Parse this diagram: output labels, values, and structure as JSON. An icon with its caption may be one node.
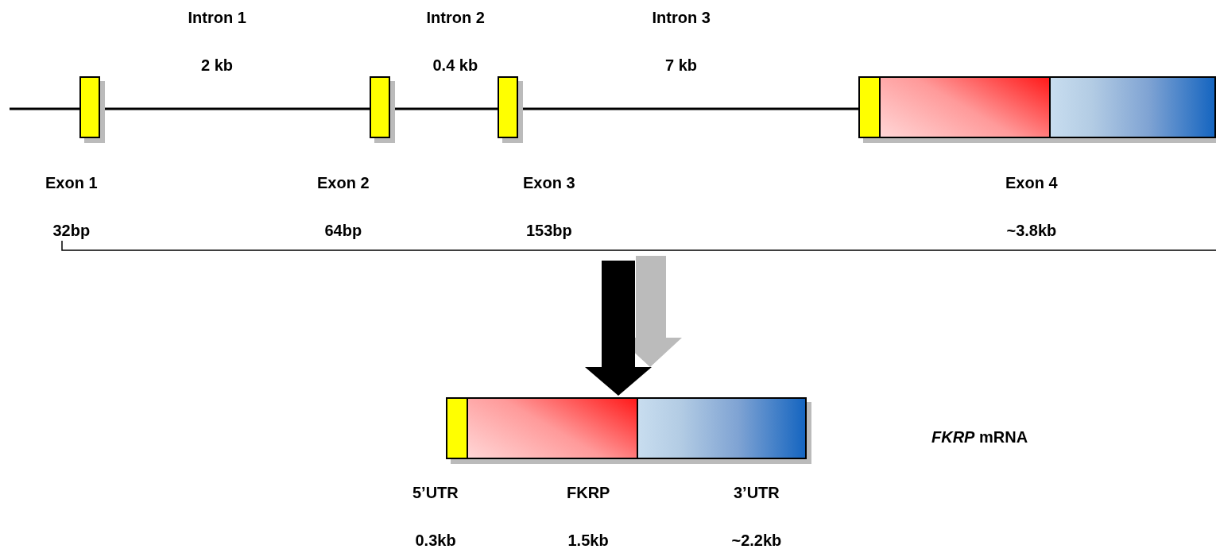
{
  "diagram": {
    "nodes": [
      {
        "text": [],
        "shape": "box",
        "beside": [
          "Exon 1",
          "32bp"
        ]
      },
      {
        "text": [],
        "shape": "box",
        "beside": [
          "Exon 2",
          "64bp"
        ]
      },
      {
        "text": [],
        "shape": "box",
        "beside": [
          "Exon 3",
          "153bp"
        ]
      },
      {
        "text": [],
        "shape": "box"
      },
      {
        "text": [],
        "shape": "box"
      },
      {
        "text": [],
        "shape": "box"
      },
      {
        "text": [],
        "shape": "box",
        "beside": [
          "5’UTR",
          "0.3kb"
        ]
      },
      {
        "text": [],
        "shape": "box",
        "beside": [
          "FKRP",
          "1.5kb"
        ]
      },
      {
        "text": [],
        "shape": "box",
        "beside": [
          "3’UTR",
          "~2.2kb"
        ]
      }
    ],
    "edges": [
      {
        "from": null,
        "to": 0,
        "arrow": "none"
      },
      {
        "from": 0,
        "to": 1,
        "arrow": "none"
      },
      {
        "from": 1,
        "to": 2,
        "arrow": "none"
      },
      {
        "from": 2,
        "to": 3,
        "arrow": "none"
      },
      {
        "from": null,
        "to": 7,
        "arrow": "to",
        "style": "thick"
      }
    ],
    "labels": [
      "Intron 1",
      "2 kb",
      "Intron 2",
      "0.4 kb",
      "Intron 3",
      "7 kb",
      "Exon 4",
      "~3.8kb",
      "*FKRP* mRNA"
    ]
  }
}
